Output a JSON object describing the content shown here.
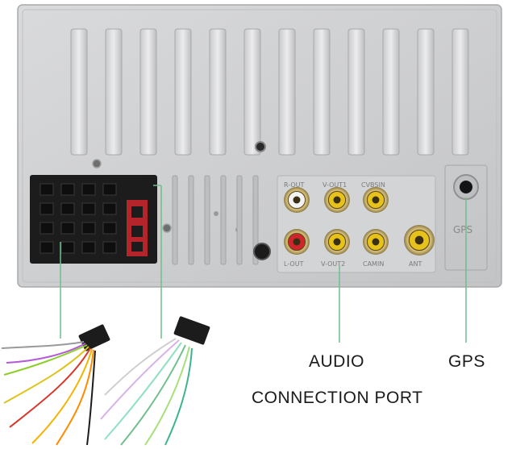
{
  "panel": {
    "jack_labels": {
      "r_out": "R-OUT",
      "v_out1": "V-OUT1",
      "cvbsin": "CVBSIN",
      "l_out": "L-OUT",
      "v_out2": "V-OUT2",
      "camin": "CAMIN",
      "ant": "ANT",
      "gps": "GPS"
    }
  },
  "callouts": {
    "audio": "AUDIO",
    "connection_port": "CONNECTION PORT",
    "gps": "GPS"
  },
  "colors": {
    "chassis": "#cfd0d2",
    "jack_white": "#f2f2f2",
    "jack_red": "#d0262b",
    "jack_yellow": "#e7c21a",
    "connector": "#1c1c1c",
    "leader_line": "#6fbf8c"
  }
}
